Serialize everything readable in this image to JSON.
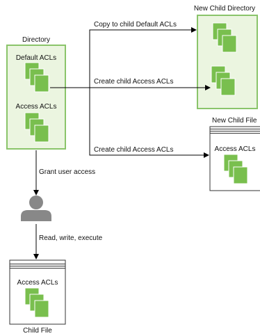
{
  "colors": {
    "container_border": "#8ac46a",
    "container_fill": "#ebf5e0",
    "acl_block": "#79bf4e",
    "acl_block_edge": "#ffffff",
    "arrow": "#000000",
    "user": "#888888"
  },
  "icons": {
    "user": "user-person-icon",
    "acl": "acl-document-stack-icon"
  },
  "directory": {
    "title": "Directory",
    "default_acls_label": "Default ACLs",
    "access_acls_label": "Access ACLs"
  },
  "new_child_directory": {
    "title": "New Child Directory"
  },
  "new_child_file": {
    "title": "New Child File",
    "access_acls_label": "Access ACLs"
  },
  "child_file": {
    "title": "Child File",
    "access_acls_label": "Access ACLs"
  },
  "edges": {
    "copy_default": "Copy to child Default ACLs",
    "create_access_dir": "Create child Access ACLs",
    "create_access_file": "Create child Access ACLs",
    "grant_access": "Grant user access",
    "read_write_execute": "Read, write, execute"
  }
}
